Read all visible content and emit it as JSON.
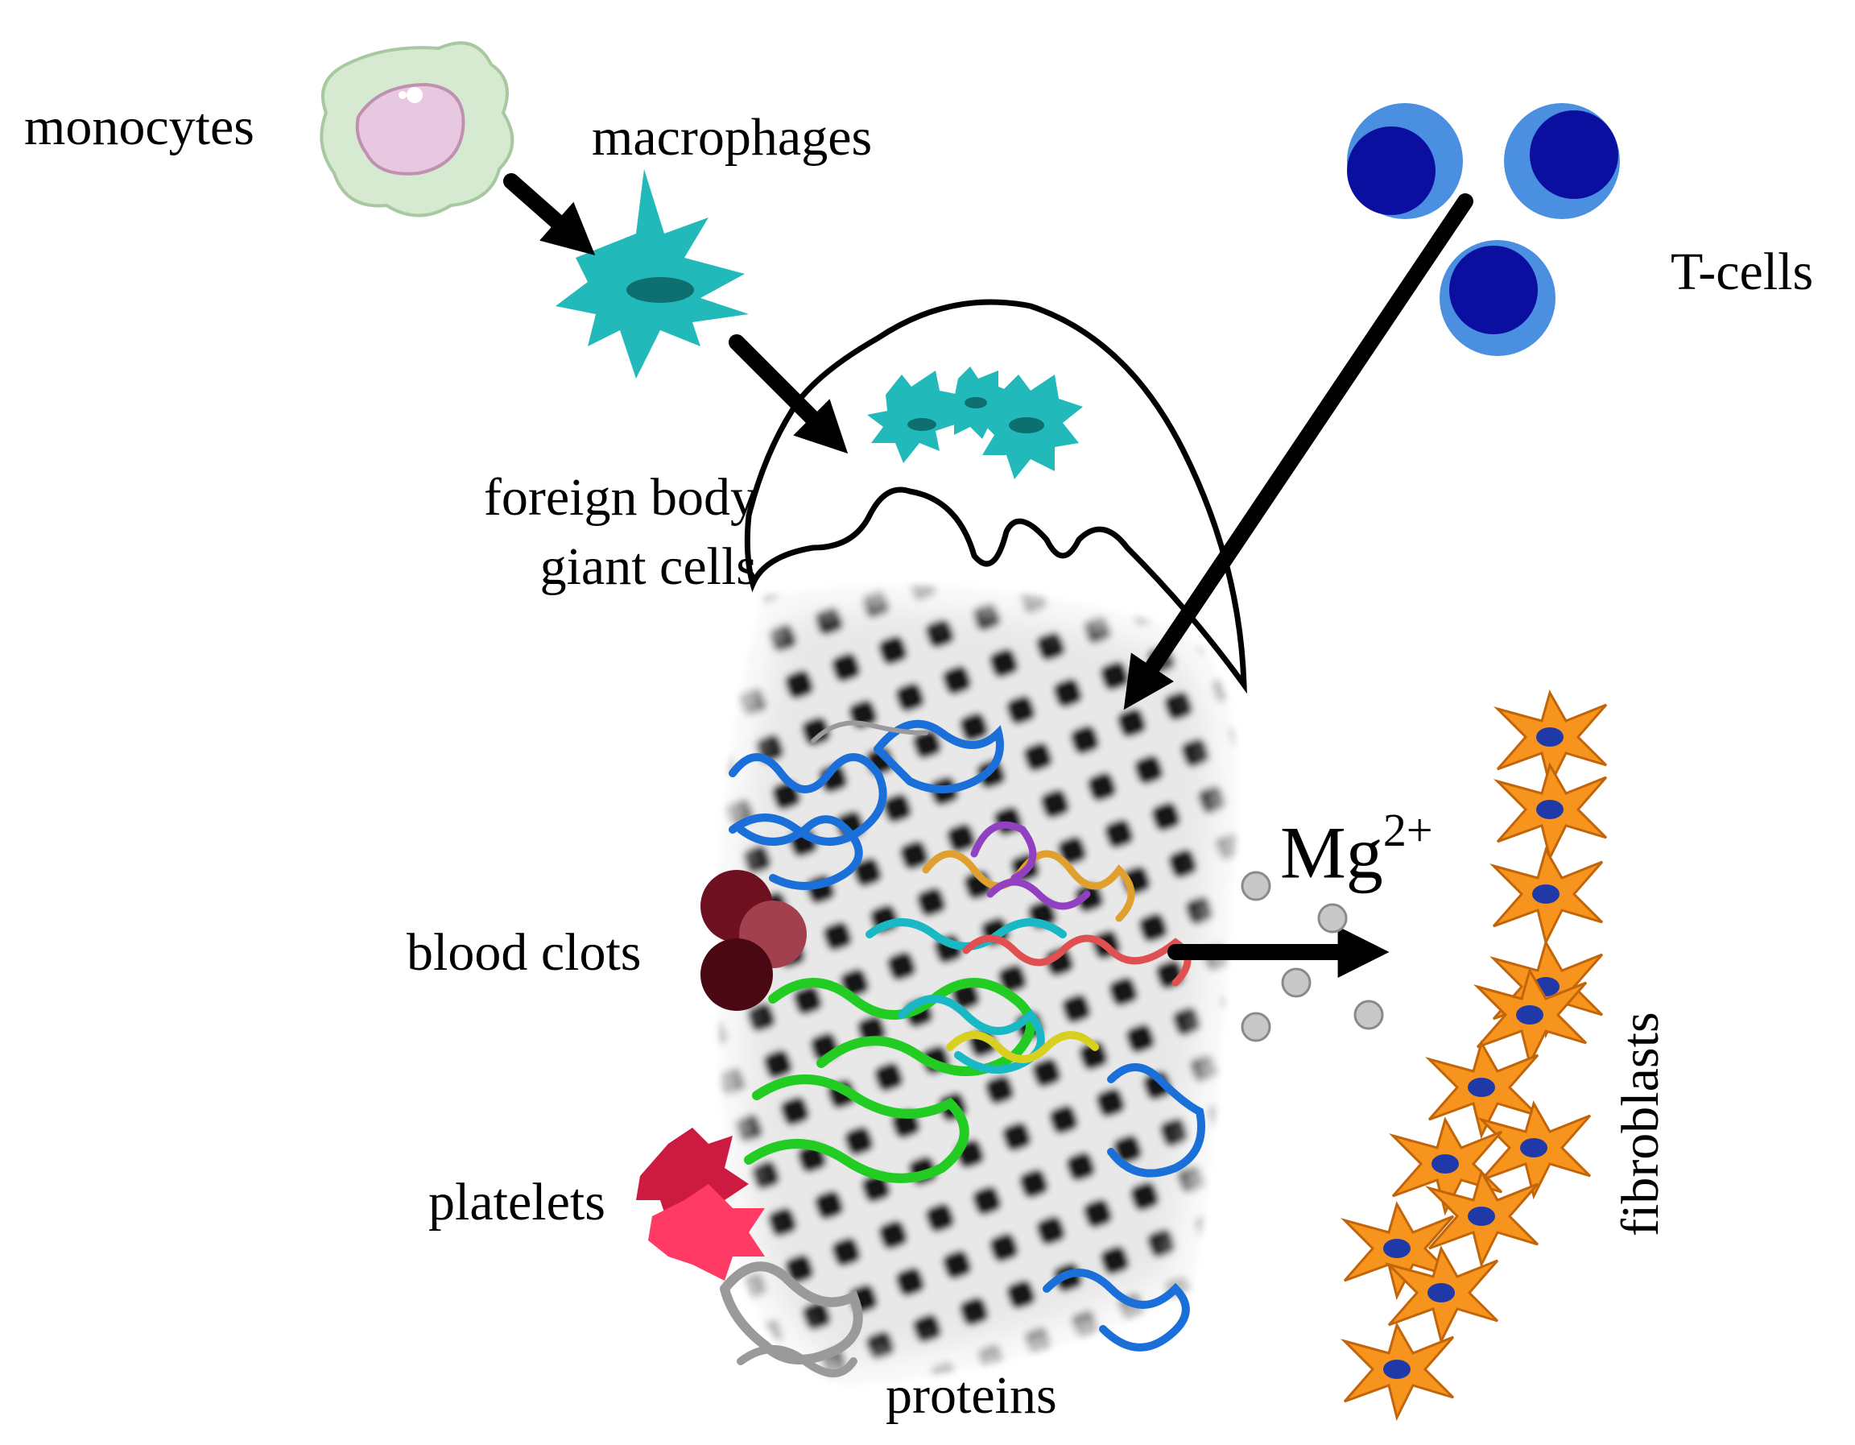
{
  "labels": {
    "monocytes": "monocytes",
    "macrophages": "macrophages",
    "tcells": "T-cells",
    "foreign_body_line1": "foreign body",
    "foreign_body_line2": "giant cells",
    "blood_clots": "blood clots",
    "platelets": "platelets",
    "proteins": "proteins",
    "fibroblasts": "fibroblasts",
    "mg_base": "Mg",
    "mg_charge": "2+"
  },
  "colors": {
    "monocyte_body": "#d5ead0",
    "monocyte_nucleus": "#e8c8e0",
    "macrophage": "#21b9b9",
    "tcell_outer": "#4a8fe0",
    "tcell_inner": "#0a0fa0",
    "fibroblast": "#f7941d",
    "fibroblast_nucleus": "#1f3aa8",
    "blood_clot": "#6e1020",
    "platelet": "#e8234e",
    "mg_ion": "#c8c8c8",
    "scaffold": "#3a3a3a",
    "protein_blue": "#1a6fd8",
    "protein_green": "#22cc22",
    "protein_grey": "#9a9a9a"
  },
  "icons": [
    "monocyte-icon",
    "macrophage-icon",
    "tcell-icon",
    "giant-cell-icon",
    "scaffold-icon",
    "protein-icon",
    "blood-clot-icon",
    "platelet-icon",
    "fibroblast-icon",
    "mg-ion-icon"
  ]
}
